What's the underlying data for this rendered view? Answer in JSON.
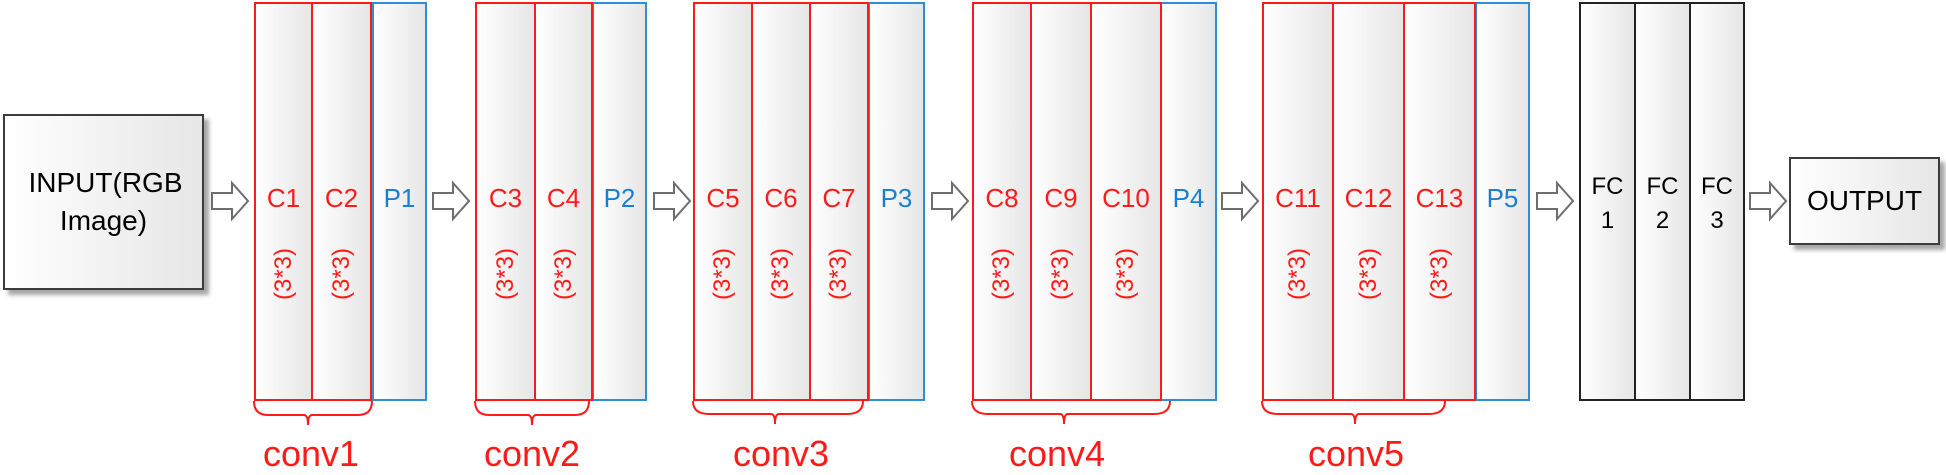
{
  "input": "INPUT(RGB Image)",
  "output": "OUTPUT",
  "conv_layers": [
    {
      "label": "C1",
      "kernel": "(3*3)"
    },
    {
      "label": "C2",
      "kernel": "(3*3)"
    },
    {
      "label": "C3",
      "kernel": "(3*3)"
    },
    {
      "label": "C4",
      "kernel": "(3*3)"
    },
    {
      "label": "C5",
      "kernel": "(3*3)"
    },
    {
      "label": "C6",
      "kernel": "(3*3)"
    },
    {
      "label": "C7",
      "kernel": "(3*3)"
    },
    {
      "label": "C8",
      "kernel": "(3*3)"
    },
    {
      "label": "C9",
      "kernel": "(3*3)"
    },
    {
      "label": "C10",
      "kernel": "(3*3)"
    },
    {
      "label": "C11",
      "kernel": "(3*3)"
    },
    {
      "label": "C12",
      "kernel": "(3*3)"
    },
    {
      "label": "C13",
      "kernel": "(3*3)"
    }
  ],
  "pool_layers": [
    "P1",
    "P2",
    "P3",
    "P4",
    "P5"
  ],
  "groups": [
    "conv1",
    "conv2",
    "conv3",
    "conv4",
    "conv5"
  ],
  "fc_layers": [
    {
      "line1": "FC",
      "line2": "1"
    },
    {
      "line1": "FC",
      "line2": "2"
    },
    {
      "line1": "FC",
      "line2": "3"
    }
  ],
  "colors": {
    "conv": "#ff1a1a",
    "pool": "#2e8fd6",
    "fc": "#222222",
    "arrow": "#6e6e6e"
  }
}
